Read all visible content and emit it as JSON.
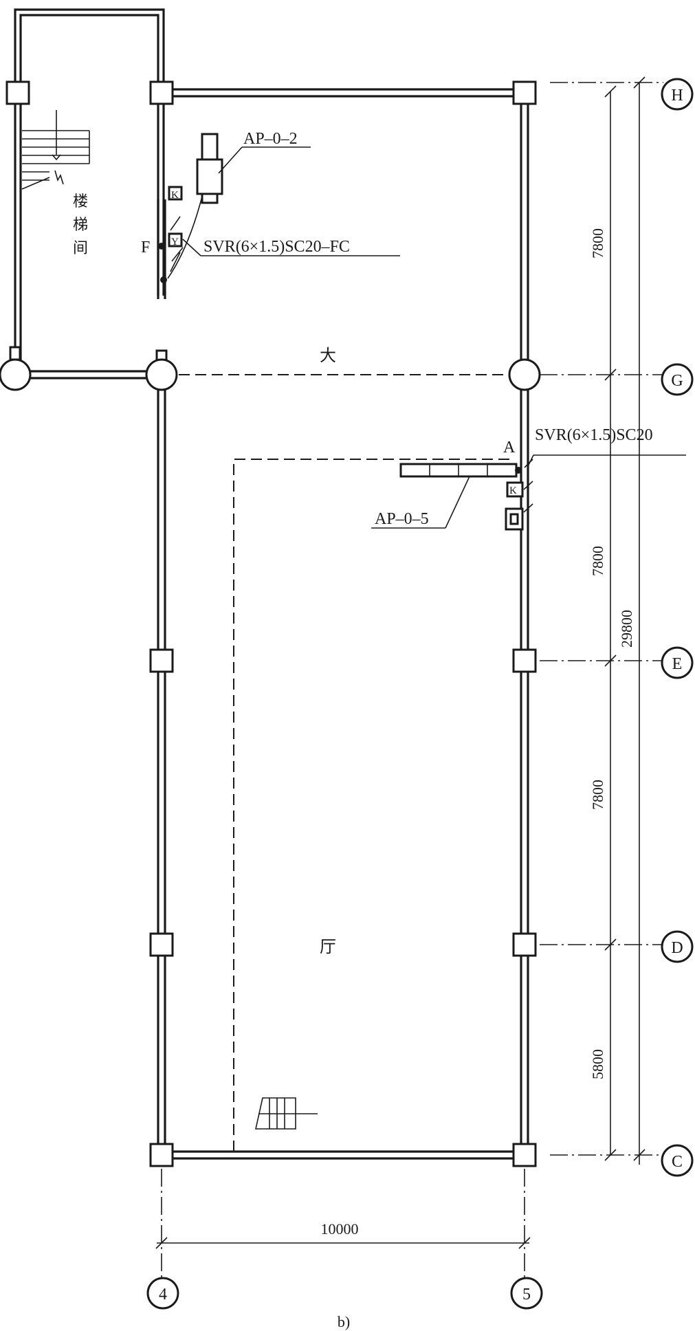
{
  "rooms": {
    "stair": [
      "楼",
      "梯",
      "间"
    ],
    "hall_top": "大",
    "hall_bottom": "厅"
  },
  "panels": {
    "ap_upper": "AP–0–2",
    "ap_lower": "AP–0–5"
  },
  "cables": {
    "upper": "SVR(6×1.5)SC20–FC",
    "lower": "SVR(6×1.5)SC20"
  },
  "points": {
    "f": "F",
    "a": "A"
  },
  "symbols": {
    "k": "K",
    "y": "Y"
  },
  "dimensions": {
    "h_g": "7800",
    "g_e": "7800",
    "e_d": "7800",
    "d_c": "5800",
    "total": "29800",
    "width": "10000"
  },
  "axes": {
    "rows": [
      "H",
      "G",
      "E",
      "D",
      "C"
    ],
    "cols": [
      "4",
      "5"
    ]
  },
  "caption": "b)"
}
